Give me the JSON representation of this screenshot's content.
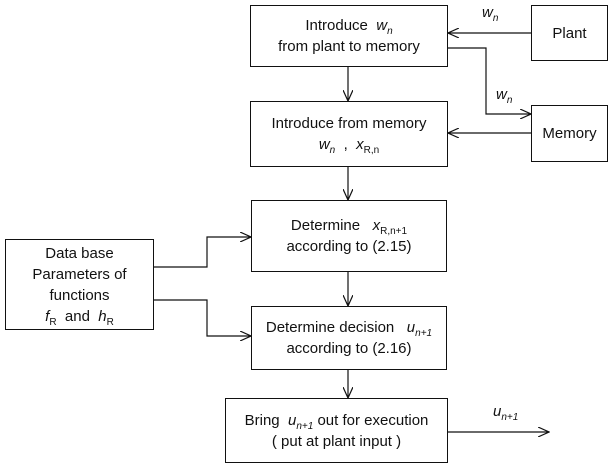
{
  "plant": "Plant",
  "memory": "Memory",
  "box1": {
    "l1": "Introduce",
    "l2": "from plant to memory"
  },
  "box2": {
    "l1": "Introduce from memory"
  },
  "box3": {
    "l1": "Determine",
    "l2": "according to  (2.15)"
  },
  "box4": {
    "l1": "Determine decision",
    "l2": "according to  (2.16)"
  },
  "box5": {
    "l1a": "Bring",
    "l1b": "out for execution",
    "l2": "( put at plant input )"
  },
  "database": {
    "l1": "Data base",
    "l2": "Parameters of",
    "l3": "functions",
    "and": "and"
  },
  "sym": {
    "w": "w",
    "n": "n",
    "x": "x",
    "R": "R",
    "Rn": "R,n",
    "Rn1": "R,n+1",
    "u": "u",
    "n1": "n+1",
    "f": "f",
    "h": "h",
    "comma": ","
  }
}
